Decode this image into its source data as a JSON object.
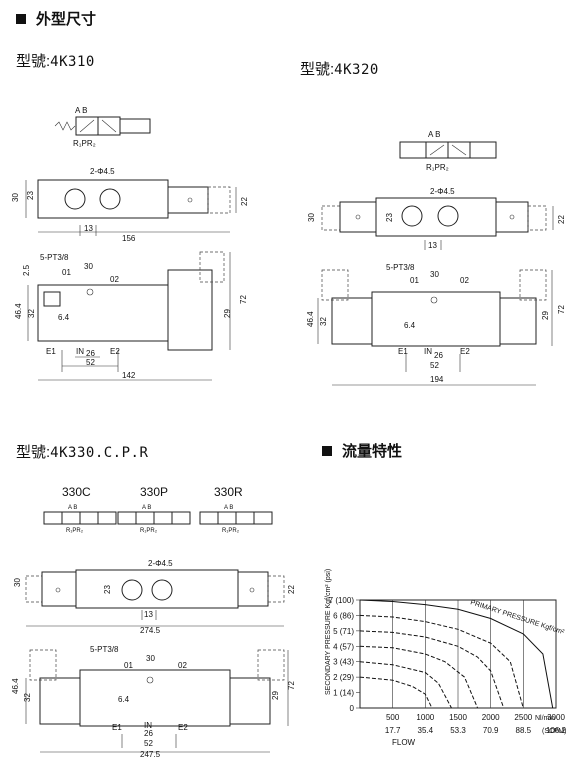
{
  "sections": {
    "dimensions_title": "外型尺寸",
    "flow_title": "流量特性"
  },
  "models": {
    "m310": {
      "prefix": "型號:",
      "code": "4K310"
    },
    "m320": {
      "prefix": "型號:",
      "code": "4K320"
    },
    "m330": {
      "prefix": "型號:",
      "code": "4K330.C.P.R"
    }
  },
  "variants": [
    "330C",
    "330P",
    "330R"
  ],
  "symbol_labels": {
    "ports_ab": "A B",
    "ports_rp": "R₁PR₂"
  },
  "dim_310": {
    "hole": "2-Φ4.5",
    "h30": "30",
    "h23": "23",
    "h22": "22",
    "w13": "13",
    "w156": "156",
    "thread": "5-PT3/8",
    "p01": "01",
    "p02": "02",
    "w30": "30",
    "d2_5": "2.5",
    "h46_4": "46.4",
    "h32": "32",
    "d6_4": "6.4",
    "h29": "29",
    "h72": "72",
    "e1": "E1",
    "in": "IN",
    "w26": "26",
    "e2": "E2",
    "w52": "52",
    "w142": "142"
  },
  "dim_320": {
    "hole": "2-Φ4.5",
    "h30": "30",
    "h23": "23",
    "h22": "22",
    "w13": "13",
    "thread": "5-PT3/8",
    "p01": "01",
    "p02": "02",
    "w30": "30",
    "h46_4": "46.4",
    "h32": "32",
    "d6_4": "6.4",
    "h29": "29",
    "h72": "72",
    "e1": "E1",
    "in": "IN",
    "w26": "26",
    "e2": "E2",
    "w52": "52",
    "w194": "194"
  },
  "dim_330": {
    "hole": "2-Φ4.5",
    "h30": "30",
    "h23": "23",
    "h22": "22",
    "w13": "13",
    "w274_5": "274.5",
    "thread": "5-PT3/8",
    "p01": "01",
    "p02": "02",
    "w30": "30",
    "h46_4": "46.4",
    "h32": "32",
    "d6_4": "6.4",
    "h29": "29",
    "h72": "72",
    "e1": "E1",
    "in": "IN",
    "w26": "26",
    "e2": "E2",
    "w52": "52",
    "w247_5": "247.5"
  },
  "flow_chart": {
    "ylabel": "SECONDARY PRESSURE Kgf/cm² (psi)",
    "curve_label": "PRIMARY PRESSURE Kgf/cm²",
    "y_ticks": [
      "7 (100)",
      "6  (86)",
      "5  (71)",
      "4  (57)",
      "3  (43)",
      "2  (29)",
      "1  (14)",
      "0"
    ],
    "x_ticks_top": [
      "500",
      "1000",
      "1500",
      "2000",
      "2500",
      "3000"
    ],
    "x_unit_top": "Nl/min",
    "x_ticks_bottom": [
      "17.7",
      "35.4",
      "53.3",
      "70.9",
      "88.5",
      "106.2"
    ],
    "x_unit_bottom": "(SCFM)",
    "xlabel": "FLOW"
  },
  "chart_data": {
    "type": "line",
    "xlabel": "FLOW",
    "ylabel": "SECONDARY PRESSURE Kgf/cm² (psi)",
    "xlim": [
      0,
      3000
    ],
    "ylim": [
      0,
      7
    ],
    "series": [
      {
        "x": [
          0,
          500,
          1000,
          1500,
          2000,
          2500,
          2800,
          2950
        ],
        "values": [
          7,
          6.9,
          6.7,
          6.4,
          5.8,
          4.8,
          3.5,
          0
        ]
      },
      {
        "x": [
          0,
          500,
          1000,
          1500,
          2000,
          2300,
          2500
        ],
        "values": [
          6,
          5.9,
          5.6,
          5.1,
          4.2,
          3.0,
          0
        ]
      },
      {
        "x": [
          0,
          500,
          1000,
          1500,
          1800,
          2000,
          2200
        ],
        "values": [
          5,
          4.9,
          4.6,
          4.0,
          3.3,
          2.4,
          0
        ]
      },
      {
        "x": [
          0,
          500,
          1000,
          1300,
          1600,
          1800
        ],
        "values": [
          4,
          3.9,
          3.5,
          3.0,
          2.0,
          0
        ]
      },
      {
        "x": [
          0,
          500,
          1000,
          1200,
          1400
        ],
        "values": [
          3,
          2.8,
          2.3,
          1.6,
          0
        ]
      },
      {
        "x": [
          0,
          500,
          800,
          1000,
          1100
        ],
        "values": [
          2,
          1.8,
          1.4,
          0.9,
          0
        ]
      }
    ]
  }
}
